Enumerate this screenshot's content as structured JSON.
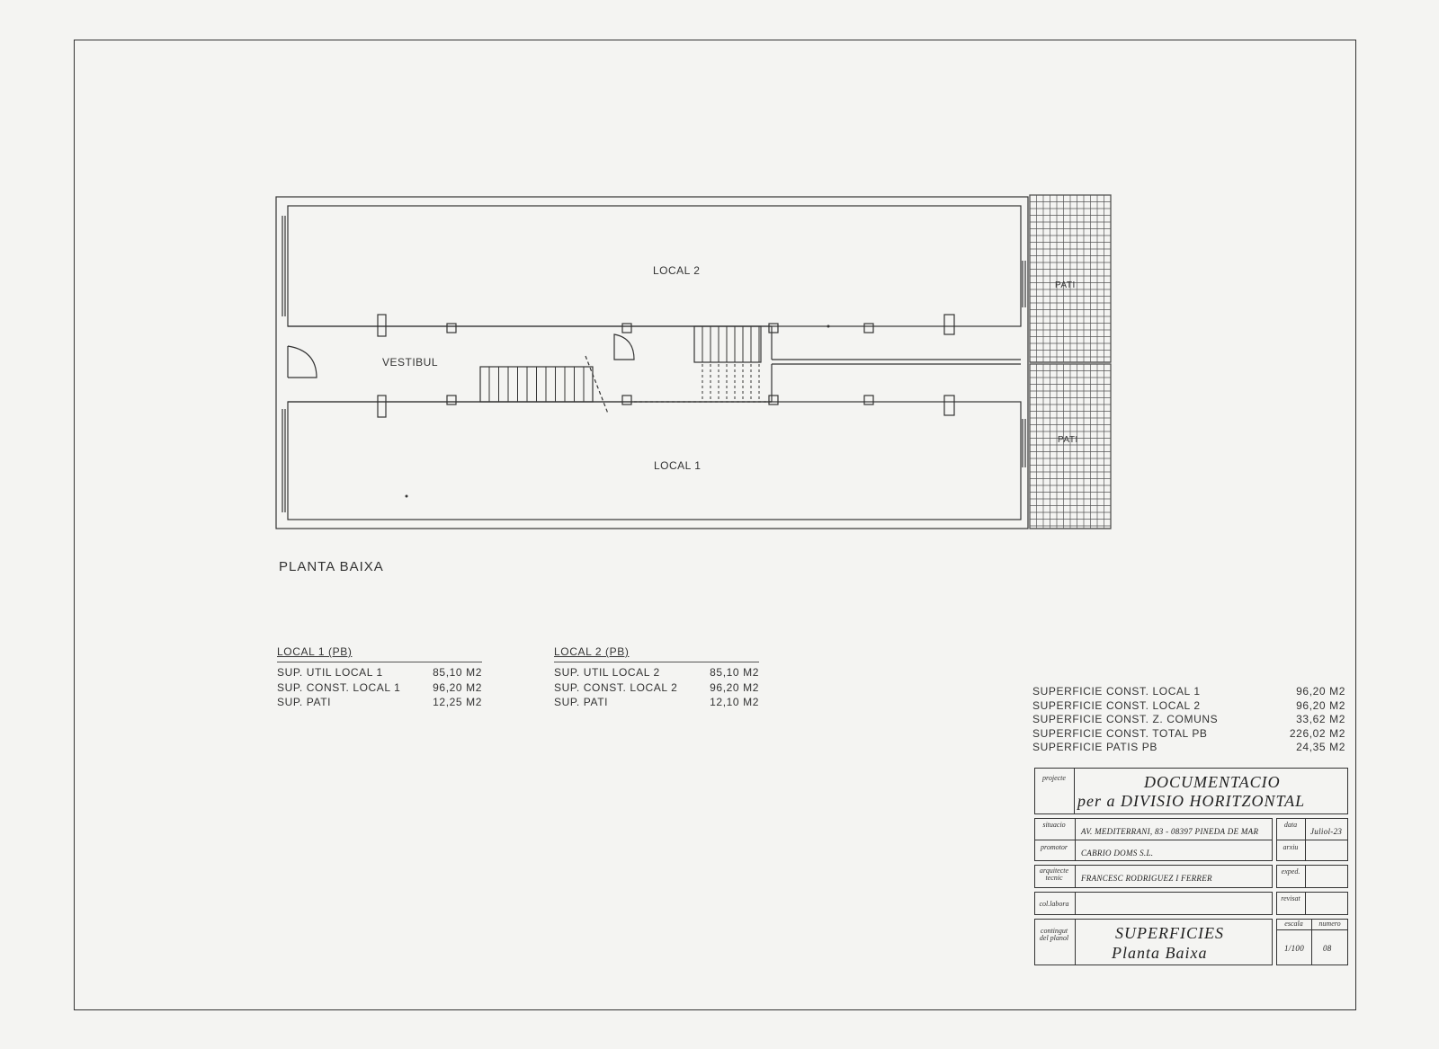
{
  "plan": {
    "rooms": {
      "local2": "LOCAL 2",
      "local1": "LOCAL 1",
      "vestibul": "VESTIBUL",
      "pati_top": "PATI",
      "pati_bottom": "PATI"
    },
    "title": "PLANTA BAIXA"
  },
  "tables": {
    "local1": {
      "heading": "LOCAL 1 (PB)",
      "rows": [
        {
          "label": "SUP. UTIL LOCAL 1",
          "value": "85,10 M2"
        },
        {
          "label": "SUP. CONST. LOCAL 1",
          "value": "96,20 M2"
        },
        {
          "label": "SUP. PATI",
          "value": "12,25 M2"
        }
      ]
    },
    "local2": {
      "heading": "LOCAL 2 (PB)",
      "rows": [
        {
          "label": "SUP. UTIL LOCAL 2",
          "value": "85,10 M2"
        },
        {
          "label": "SUP. CONST. LOCAL 2",
          "value": "96,20 M2"
        },
        {
          "label": "SUP. PATI",
          "value": "12,10 M2"
        }
      ]
    }
  },
  "totals": [
    {
      "label": "SUPERFICIE CONST. LOCAL 1",
      "value": "96,20 M2"
    },
    {
      "label": "SUPERFICIE CONST. LOCAL 2",
      "value": "96,20 M2"
    },
    {
      "label": "SUPERFICIE CONST. Z. COMUNS",
      "value": "33,62 M2"
    },
    {
      "label": "SUPERFICIE CONST. TOTAL PB",
      "value": "226,02 M2"
    },
    {
      "label": "SUPERFICIE PATIS PB",
      "value": "24,35 M2"
    }
  ],
  "titleblock": {
    "projecte_label": "projecte",
    "project_line1": "DOCUMENTACIO",
    "project_line2": "per a DIVISIO HORITZONTAL",
    "situacio_label": "situacio",
    "situacio": "AV. MEDITERRANI, 83 - 08397 PINEDA DE MAR",
    "data_label": "data",
    "data": "Juliol-23",
    "promotor_label": "promotor",
    "promotor": "CABRIO DOMS S.L.",
    "arxiu_label": "arxiu",
    "arquitecte_label": "arquitecte tecnic",
    "arquitecte": "FRANCESC RODRIGUEZ I FERRER",
    "exped_label": "exped.",
    "col_label": "col.labora",
    "revisat_label": "revisat",
    "contingut_label": "contingut del planol",
    "contingut_line1": "SUPERFICIES",
    "contingut_line2": "Planta Baixa",
    "escala_label": "escala",
    "escala": "1/100",
    "numero_label": "numero",
    "numero": "08"
  }
}
